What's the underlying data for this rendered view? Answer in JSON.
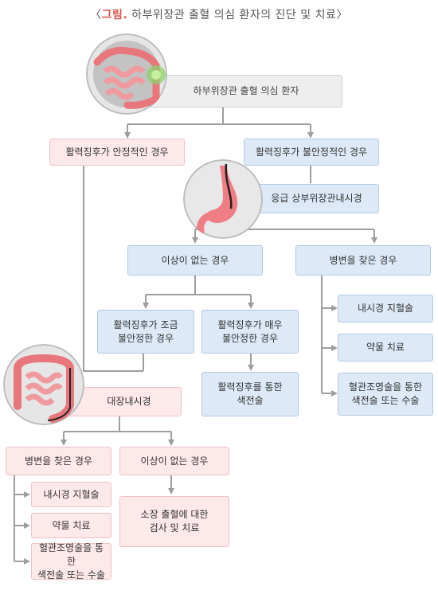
{
  "title": {
    "bracket_open": "〈",
    "prefix": "그림.",
    "text": " 하부위장관 출혈 의심 환자의 진단 및 치료",
    "bracket_close": "〉"
  },
  "nodes": {
    "root": "하부위장관 출혈 의심 환자",
    "stable": "활력징후가 안정적인 경우",
    "unstable": "활력징후가 불안정적인 경우",
    "upper_endoscopy": "응급 상부위장관내시경",
    "no_abnormality_upper": "이상이 없는 경우",
    "lesion_found_upper": "병변을 찾은 경우",
    "slightly_unstable": "활력징후가 조금\n불안정한 경우",
    "very_unstable": "활력징후가 매우\n불안정한 경우",
    "transfusion": "활력징후를 통한\n색전술",
    "endo_hemostasis_upper": "내시경 지혈술",
    "drug_upper": "약물 치료",
    "angio_upper": "혈관조영술을 통한\n색전술 또는 수술",
    "colonoscopy": "대장내시경",
    "lesion_found_lower": "병변을 찾은 경우",
    "no_abnormality_lower": "이상이 없는 경우",
    "endo_hemostasis_lower": "내시경 지혈술",
    "drug_lower": "약물 치료",
    "angio_lower": "혈관조영술을 통한\n색전술 또는 수술",
    "small_bowel": "소장 출혈에 대한\n검사 및 치료"
  },
  "colors": {
    "line": "#9e9e9e",
    "gray_box": "#eeeeee",
    "pink_box": "#fde8ea",
    "blue_box": "#dde9f7",
    "accent": "#d9534f"
  }
}
